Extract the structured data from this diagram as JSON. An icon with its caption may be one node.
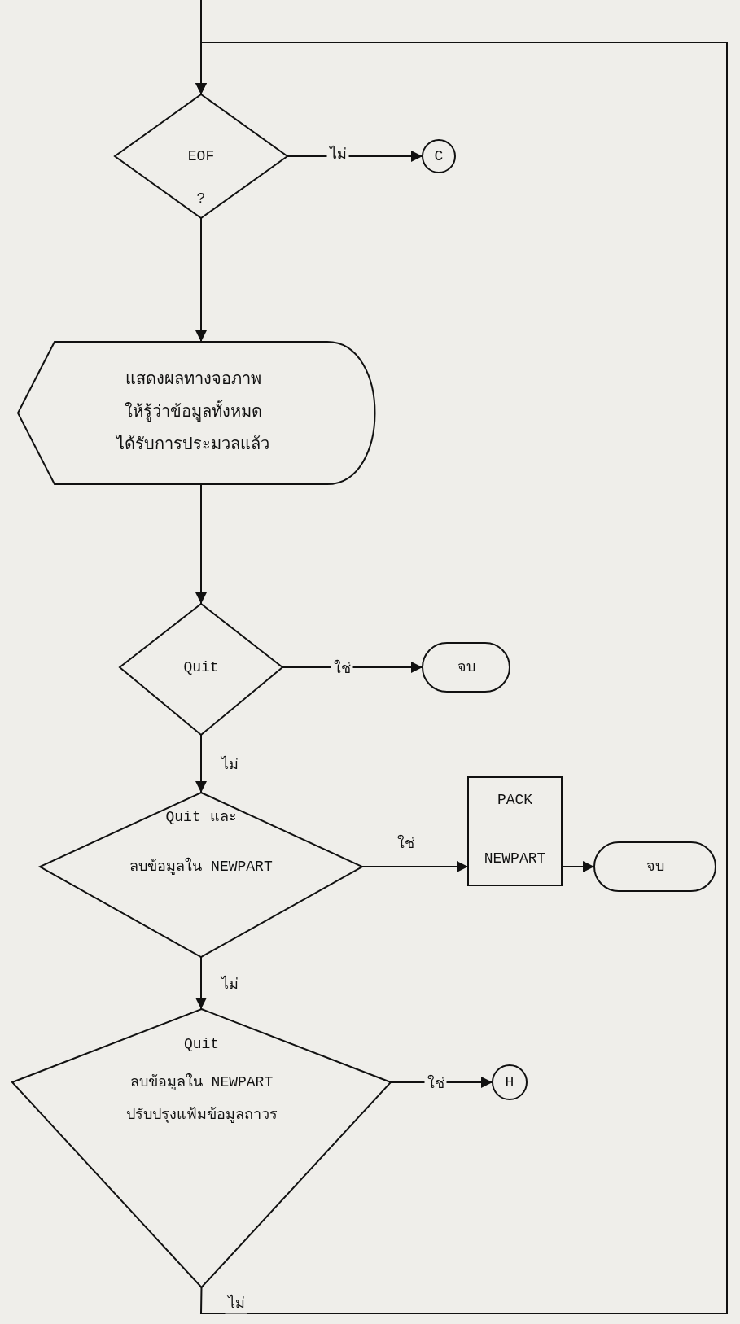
{
  "diagram": {
    "nodes": [
      {
        "text": [
          "EOF",
          "?"
        ]
      },
      {
        "text": [
          "C"
        ]
      },
      {
        "text": [
          "แสดงผลทางจอภาพ ให้รู้ว่าข้อมูลทั้งหมด ได้รับการประมวลแล้ว"
        ]
      },
      {
        "text": [
          "Quit"
        ]
      },
      {
        "text": [
          "จบ"
        ]
      },
      {
        "text": [
          "Quit และ",
          "ลบข้อมูลใน NEWPART"
        ]
      },
      {
        "text": [
          "PACK",
          "NEWPART"
        ]
      },
      {
        "text": [
          "จบ"
        ]
      },
      {
        "text": [
          "Quit",
          "ลบข้อมูลใน NEWPART",
          "ปรับปรุงแฟ้มข้อมูลถาวร"
        ]
      },
      {
        "text": [
          "H"
        ]
      }
    ],
    "edges": [
      {
        "from": null,
        "to": 0,
        "arrow": "to"
      },
      {
        "from": 0,
        "to": 1,
        "arrow": "to",
        "label": "ไม่"
      },
      {
        "from": 0,
        "to": 2,
        "arrow": "to"
      },
      {
        "from": 2,
        "to": 3,
        "arrow": "to"
      },
      {
        "from": 3,
        "to": 4,
        "arrow": "to",
        "label": "ใช่"
      },
      {
        "from": 3,
        "to": 5,
        "arrow": "to",
        "label": "ไม่"
      },
      {
        "from": 5,
        "to": 6,
        "arrow": "to",
        "label": "ใช่"
      },
      {
        "from": 6,
        "to": 7,
        "arrow": "to"
      },
      {
        "from": 5,
        "to": 8,
        "arrow": "to",
        "label": "ไม่"
      },
      {
        "from": 8,
        "to": 9,
        "arrow": "to",
        "label": "ใช่"
      },
      {
        "from": 8,
        "to": 0,
        "arrow": "to",
        "label": "ไม่"
      }
    ]
  }
}
